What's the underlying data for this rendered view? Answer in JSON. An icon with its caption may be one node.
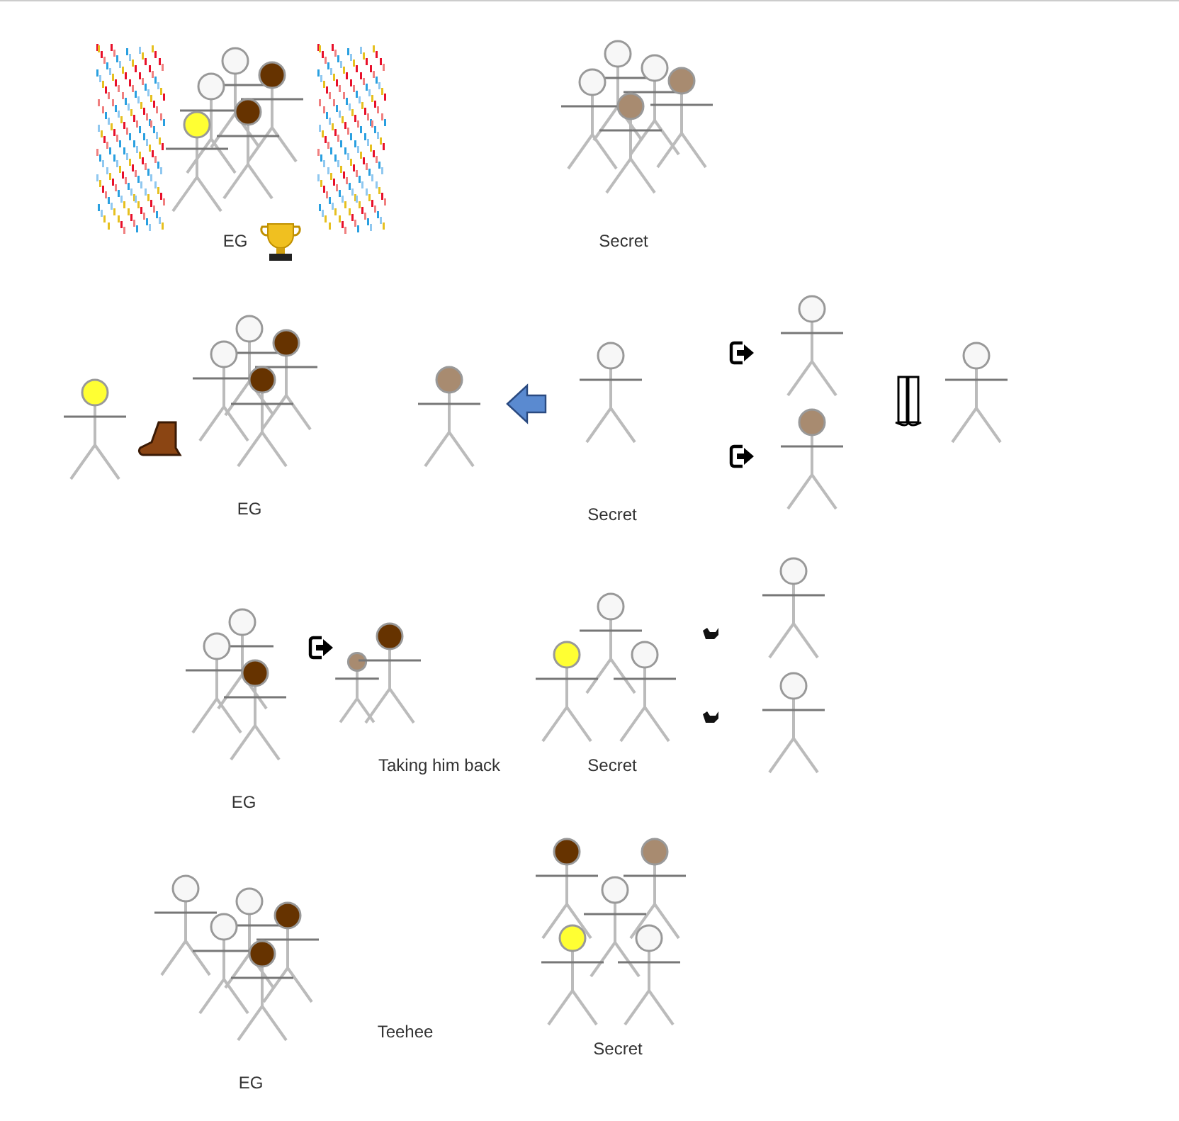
{
  "diagram": {
    "labels": [
      "EG",
      "Secret",
      "EG",
      "Secret",
      "EG",
      "Taking him back",
      "Secret",
      "EG",
      "Teehee",
      "Secret"
    ]
  }
}
